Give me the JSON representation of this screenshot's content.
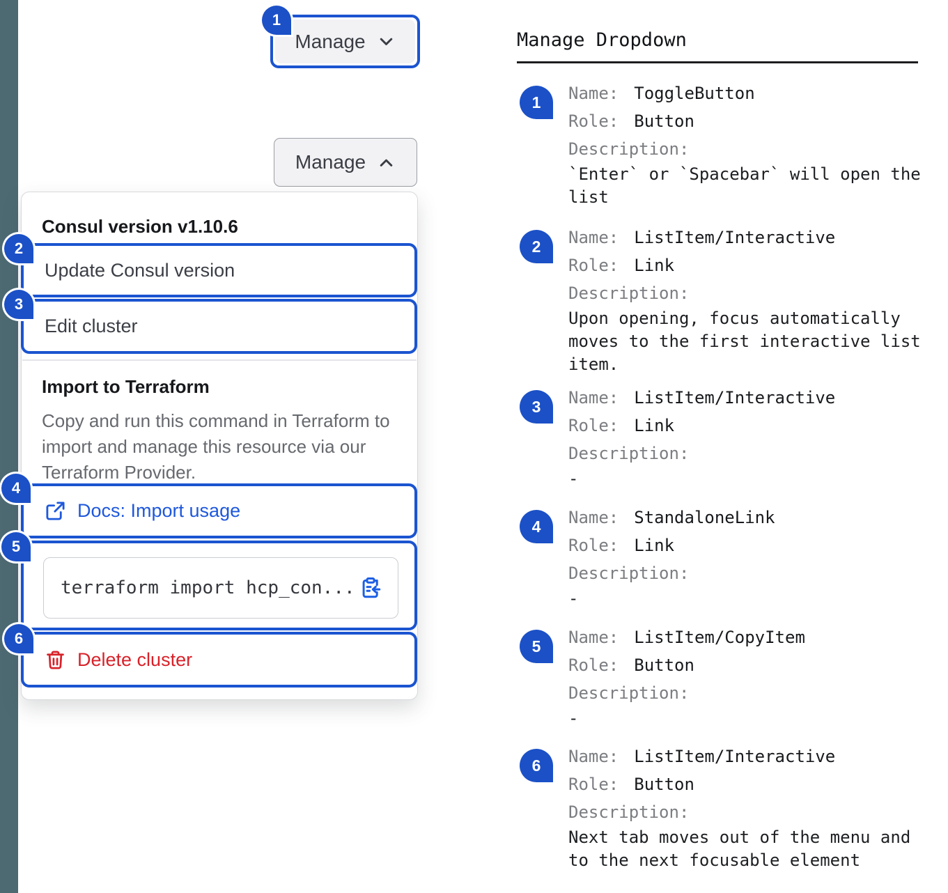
{
  "colors": {
    "annotation_blue": "#1b54d0",
    "badge_blue": "#1b50c7",
    "link_blue": "#1e58dc",
    "danger_red": "#d82229",
    "side_strip": "#4d6a73"
  },
  "left": {
    "toggle_button": {
      "badge": "1",
      "label": "Manage"
    },
    "expanded_button": {
      "label": "Manage"
    },
    "dropdown": {
      "version_header": "Consul version v1.10.6",
      "update_item": {
        "badge": "2",
        "label": "Update Consul version"
      },
      "edit_item": {
        "badge": "3",
        "label": "Edit cluster"
      },
      "import_section": {
        "title": "Import to Terraform",
        "description": "Copy and run this command in Terraform to import and manage this resource via our Terraform Provider.",
        "docs_link": {
          "badge": "4",
          "label": "Docs: Import usage"
        },
        "code_item": {
          "badge": "5",
          "code": "terraform import hcp_con..."
        },
        "delete_item": {
          "badge": "6",
          "label": "Delete cluster"
        }
      }
    }
  },
  "legend": {
    "title": "Manage Dropdown",
    "name_label": "Name:",
    "role_label": "Role:",
    "description_label": "Description:",
    "entries": [
      {
        "badge": "1",
        "name": "ToggleButton",
        "role": "Button",
        "description": "`Enter` or `Spacebar` will open the list"
      },
      {
        "badge": "2",
        "name": "ListItem/Interactive",
        "role": "Link",
        "description": "Upon opening, focus automatically moves to the first interactive list item."
      },
      {
        "badge": "3",
        "name": "ListItem/Interactive",
        "role": "Link",
        "description": "-"
      },
      {
        "badge": "4",
        "name": "StandaloneLink",
        "role": "Link",
        "description": "-"
      },
      {
        "badge": "5",
        "name": "ListItem/CopyItem",
        "role": "Button",
        "description": "-"
      },
      {
        "badge": "6",
        "name": "ListItem/Interactive",
        "role": "Button",
        "description": "Next tab moves out of the menu and to the next focusable element"
      }
    ]
  }
}
